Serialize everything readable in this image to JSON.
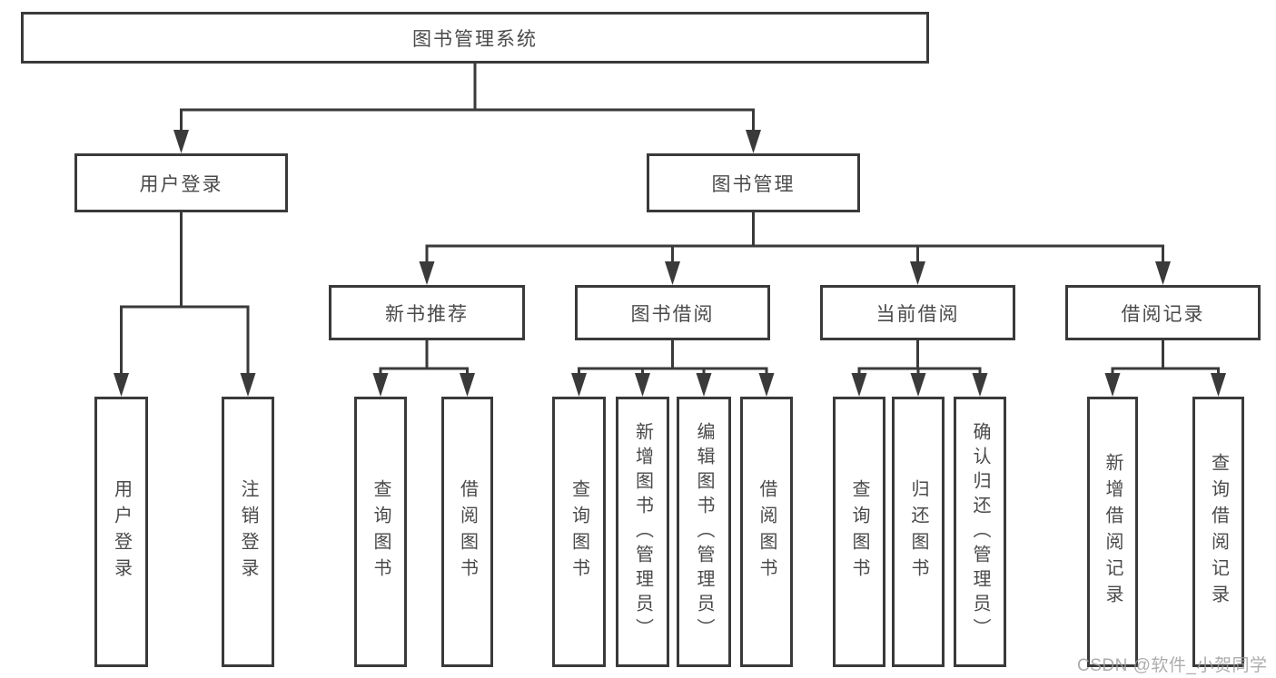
{
  "diagram": {
    "root": {
      "label": "图书管理系统"
    },
    "branches": [
      {
        "label": "用户登录",
        "leaves": [
          {
            "label": "用户登录"
          },
          {
            "label": "注销登录"
          }
        ]
      },
      {
        "label": "图书管理",
        "groups": [
          {
            "label": "新书推荐",
            "leaves": [
              {
                "label": "查询图书"
              },
              {
                "label": "借阅图书"
              }
            ]
          },
          {
            "label": "图书借阅",
            "leaves": [
              {
                "label": "查询图书"
              },
              {
                "label": "新增图书（管理员）"
              },
              {
                "label": "编辑图书（管理员）"
              },
              {
                "label": "借阅图书"
              }
            ]
          },
          {
            "label": "当前借阅",
            "leaves": [
              {
                "label": "查询图书"
              },
              {
                "label": "归还图书"
              },
              {
                "label": "确认归还（管理员）"
              }
            ]
          },
          {
            "label": "借阅记录",
            "leaves": [
              {
                "label": "新增借阅记录"
              },
              {
                "label": "查询借阅记录"
              }
            ]
          }
        ]
      }
    ],
    "watermark": "CSDN @软件_小贺同学",
    "colors": {
      "line": "#3a3a3a",
      "text": "#4a4a4a",
      "background": "#ffffff",
      "watermark": "#9e9e9e"
    }
  }
}
